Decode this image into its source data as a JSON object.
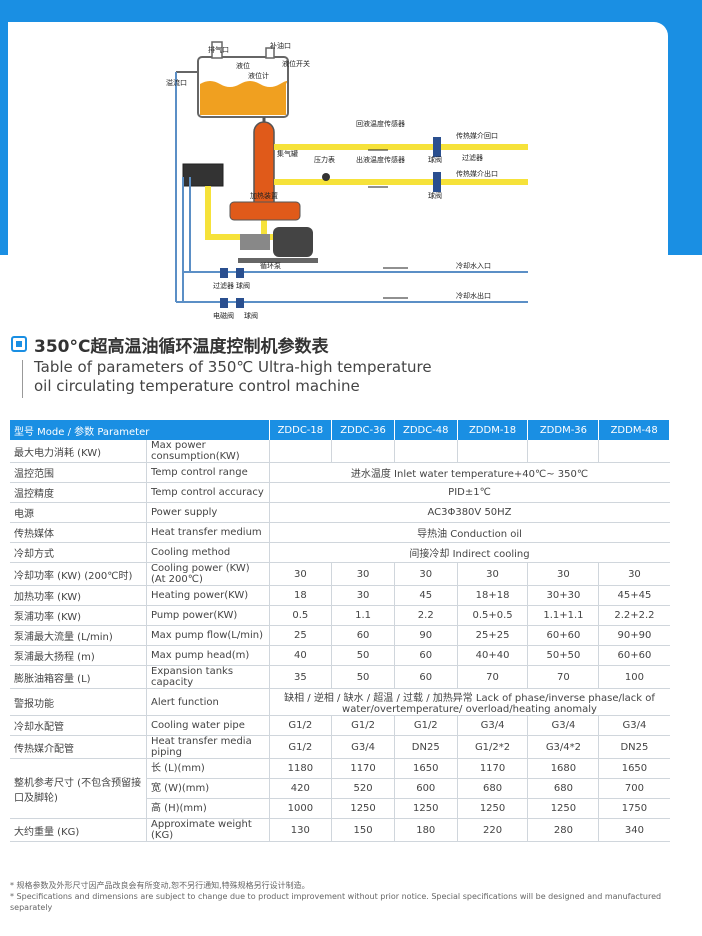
{
  "diagram": {
    "labels": {
      "vent": "排气口",
      "refill": "补油口",
      "overflow": "溢流口",
      "level": "液位",
      "level_meter": "液位计",
      "level_switch": "液位开关",
      "return_sensor": "回液温度传感器",
      "medium_inlet": "传热媒介回口",
      "medium_outlet": "传热媒介出口",
      "gas_tank": "集气罐",
      "pressure_gauge": "压力表",
      "outlet_sensor": "出液温度传感器",
      "filter": "过滤器",
      "ball_valve": "球阀",
      "heater": "加热装置",
      "pump": "循环泵",
      "cool_in": "冷却水入口",
      "cool_out": "冷却水出口",
      "solenoid": "电磁阀"
    }
  },
  "heading": {
    "cn": "350°C超高温油循环温度控制机参数表",
    "en1": "Table of parameters of 350℃ Ultra-high temperature",
    "en2": "oil circulating temperature control machine"
  },
  "table": {
    "header": {
      "label": "型号 Mode / 参数 Parameter",
      "models": [
        "ZDDC-18",
        "ZDDC-36",
        "ZDDC-48",
        "ZDDM-18",
        "ZDDM-36",
        "ZDDM-48"
      ]
    },
    "rows": [
      {
        "cn": "最大电力消耗 (KW)",
        "en": "Max power consumption(KW)",
        "values": [
          "",
          "",
          "",
          "",
          "",
          ""
        ]
      },
      {
        "cn": "温控范围",
        "en": "Temp control range",
        "span": "进水温度 Inlet water temperature+40℃~ 350℃"
      },
      {
        "cn": "温控精度",
        "en": "Temp control accuracy",
        "span": "PID±1℃"
      },
      {
        "cn": "电源",
        "en": "Power supply",
        "span": "AC3Φ380V 50HZ"
      },
      {
        "cn": "传热媒体",
        "en": "Heat transfer medium",
        "span": "导热油 Conduction oil"
      },
      {
        "cn": "冷却方式",
        "en": "Cooling method",
        "span": "间接冷却 Indirect cooling"
      },
      {
        "cn": "冷却功率 (KW) (200℃时)",
        "en": "Cooling power (KW) (At 200℃)",
        "values": [
          "30",
          "30",
          "30",
          "30",
          "30",
          "30"
        ]
      },
      {
        "cn": "加热功率 (KW)",
        "en": "Heating power(KW)",
        "values": [
          "18",
          "30",
          "45",
          "18+18",
          "30+30",
          "45+45"
        ]
      },
      {
        "cn": "泵浦功率 (KW)",
        "en": "Pump power(KW)",
        "values": [
          "0.5",
          "1.1",
          "2.2",
          "0.5+0.5",
          "1.1+1.1",
          "2.2+2.2"
        ]
      },
      {
        "cn": "泵浦最大流量 (L/min)",
        "en": "Max pump flow(L/min)",
        "values": [
          "25",
          "60",
          "90",
          "25+25",
          "60+60",
          "90+90"
        ]
      },
      {
        "cn": "泵浦最大扬程 (m)",
        "en": "Max pump head(m)",
        "values": [
          "40",
          "50",
          "60",
          "40+40",
          "50+50",
          "60+60"
        ]
      },
      {
        "cn": "膨胀油箱容量 (L)",
        "en": "Expansion tanks capacity",
        "values": [
          "35",
          "50",
          "60",
          "70",
          "70",
          "100"
        ]
      },
      {
        "cn": "警报功能",
        "en": "Alert function",
        "span": "缺相 / 逆相 / 缺水 / 超温 / 过载 / 加热异常 Lack of phase/inverse phase/lack of water/overtemperature/ overload/heating anomaly"
      },
      {
        "cn": "冷却水配管",
        "en": "Cooling water pipe",
        "values": [
          "G1/2",
          "G1/2",
          "G1/2",
          "G3/4",
          "G3/4",
          "G3/4"
        ]
      },
      {
        "cn": "传热媒介配管",
        "en": "Heat transfer media piping",
        "values": [
          "G1/2",
          "G3/4",
          "DN25",
          "G1/2*2",
          "G3/4*2",
          "DN25"
        ]
      }
    ],
    "dims": {
      "cn": "整机参考尺寸 (不包含预留接口及脚轮)",
      "rows": [
        {
          "en": "长 (L)(mm)",
          "values": [
            "1180",
            "1170",
            "1650",
            "1170",
            "1680",
            "1650"
          ]
        },
        {
          "en": "宽 (W)(mm)",
          "values": [
            "420",
            "520",
            "600",
            "680",
            "680",
            "700"
          ]
        },
        {
          "en": "高 (H)(mm)",
          "values": [
            "1000",
            "1250",
            "1250",
            "1250",
            "1250",
            "1750"
          ]
        }
      ]
    },
    "weight": {
      "cn": "大约重量 (KG)",
      "en": "Approximate weight (KG)",
      "values": [
        "130",
        "150",
        "180",
        "220",
        "280",
        "340"
      ]
    }
  },
  "notes": {
    "cn": "* 规格参数及外形尺寸因产品改良会有所变动,恕不另行通知,特殊规格另行设计制造。",
    "en": "* Specifications and dimensions are subject to change due to product improvement without prior notice. Special specifications will be designed and manufactured separately"
  },
  "colors": {
    "accent": "#1a8fe3",
    "oil": "#f0a020",
    "pipe_yellow": "#f6e23a",
    "pipe_blue": "#5b8fc6"
  }
}
